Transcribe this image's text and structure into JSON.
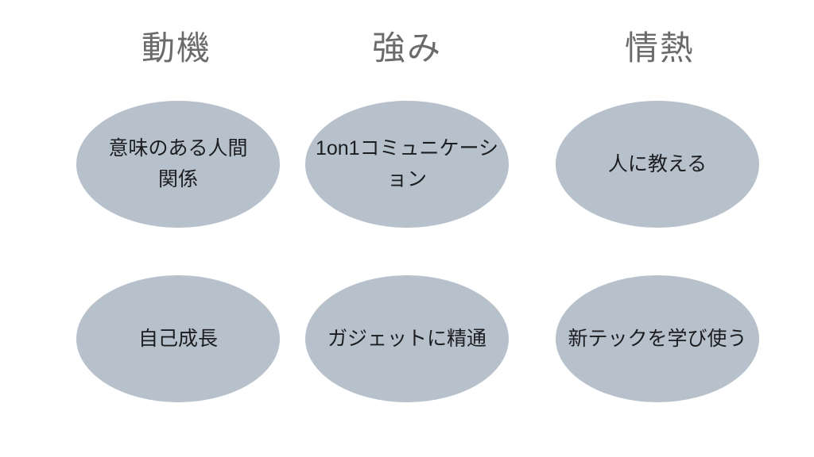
{
  "diagram": {
    "colors": {
      "background": "#ffffff",
      "header_text": "#6b6b6b",
      "ellipse_fill": "#b7c1cc",
      "ellipse_text": "#1b1d20"
    },
    "columns": [
      {
        "header": "動機",
        "items": [
          {
            "label": "意味のある人間\n関係"
          },
          {
            "label": "自己成長"
          }
        ]
      },
      {
        "header": "強み",
        "items": [
          {
            "label": "1on1コミュニケーシ\nョン"
          },
          {
            "label": "ガジェットに精通"
          }
        ]
      },
      {
        "header": "情熱",
        "items": [
          {
            "label": "人に教える"
          },
          {
            "label": "新テックを学び使う"
          }
        ]
      }
    ]
  }
}
